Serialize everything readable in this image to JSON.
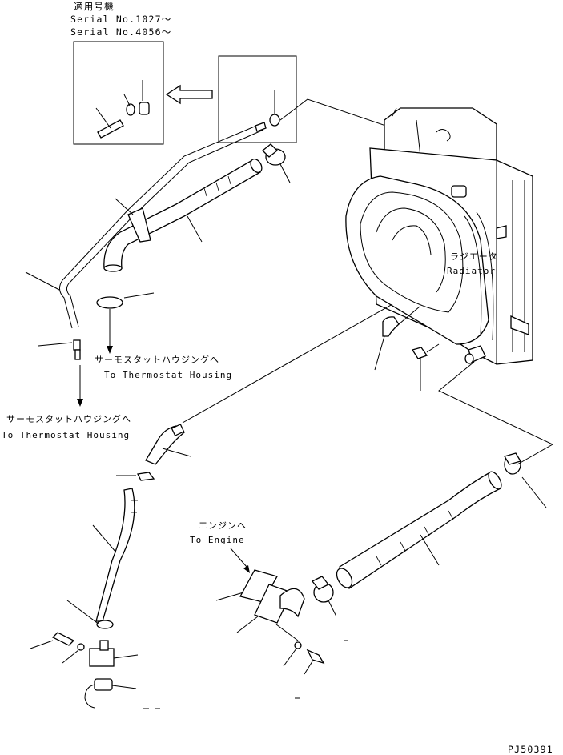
{
  "applicable_model": {
    "heading": "適用号機",
    "serial_1": "Serial No.1027～",
    "serial_2": "Serial No.4056～"
  },
  "labels": {
    "radiator_jp": "ラジエータ",
    "radiator_en": "Radiator",
    "thermostat_jp_1": "サーモスタットハウジングへ",
    "thermostat_en_1": "To Thermostat Housing",
    "thermostat_jp_2": "サーモスタットハウジングへ",
    "thermostat_en_2": "To Thermostat Housing",
    "engine_jp": "エンジンへ",
    "engine_en": "To Engine"
  },
  "drawing_number": "PJ50391"
}
